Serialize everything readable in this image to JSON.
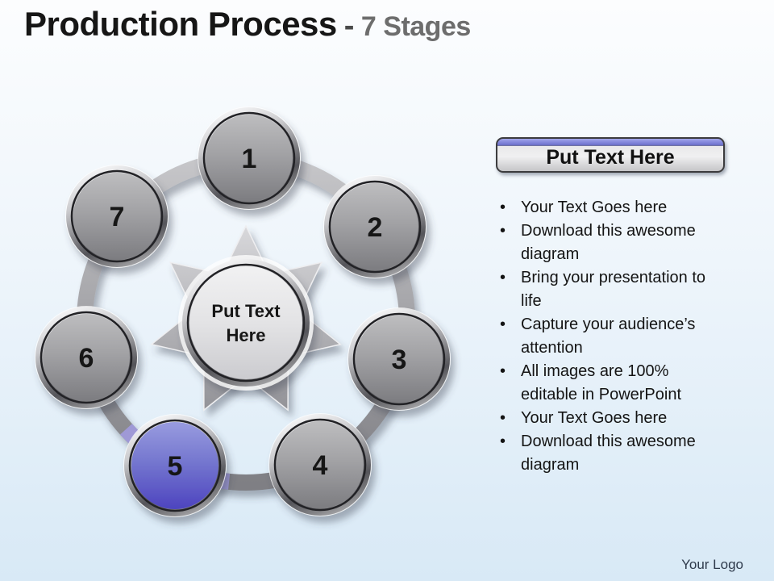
{
  "title": {
    "main": "Production Process",
    "separator": "-",
    "suffix": "7 Stages"
  },
  "diagram": {
    "center_label": {
      "line1": "Put Text",
      "line2": "Here"
    },
    "stages": [
      {
        "number": "1",
        "highlighted": false
      },
      {
        "number": "2",
        "highlighted": false
      },
      {
        "number": "3",
        "highlighted": false
      },
      {
        "number": "4",
        "highlighted": false
      },
      {
        "number": "5",
        "highlighted": true
      },
      {
        "number": "6",
        "highlighted": false
      },
      {
        "number": "7",
        "highlighted": false
      }
    ],
    "colors": {
      "stage_top": "#bdbdbf",
      "stage_bottom": "#7c7c80",
      "highlight_top": "#989bdf",
      "highlight_bottom": "#4d44bf",
      "ring": "#9b9b9f",
      "highlight_ring": "#9f99d6"
    }
  },
  "sidebar": {
    "header": "Put Text Here",
    "bullets": [
      "Your Text Goes here",
      "Download this awesome diagram",
      "Bring your presentation to life",
      "Capture your audience’s attention",
      "All images are 100% editable in PowerPoint",
      "Your Text Goes here",
      "Download this awesome diagram"
    ]
  },
  "footer": {
    "logo": "Your Logo"
  }
}
